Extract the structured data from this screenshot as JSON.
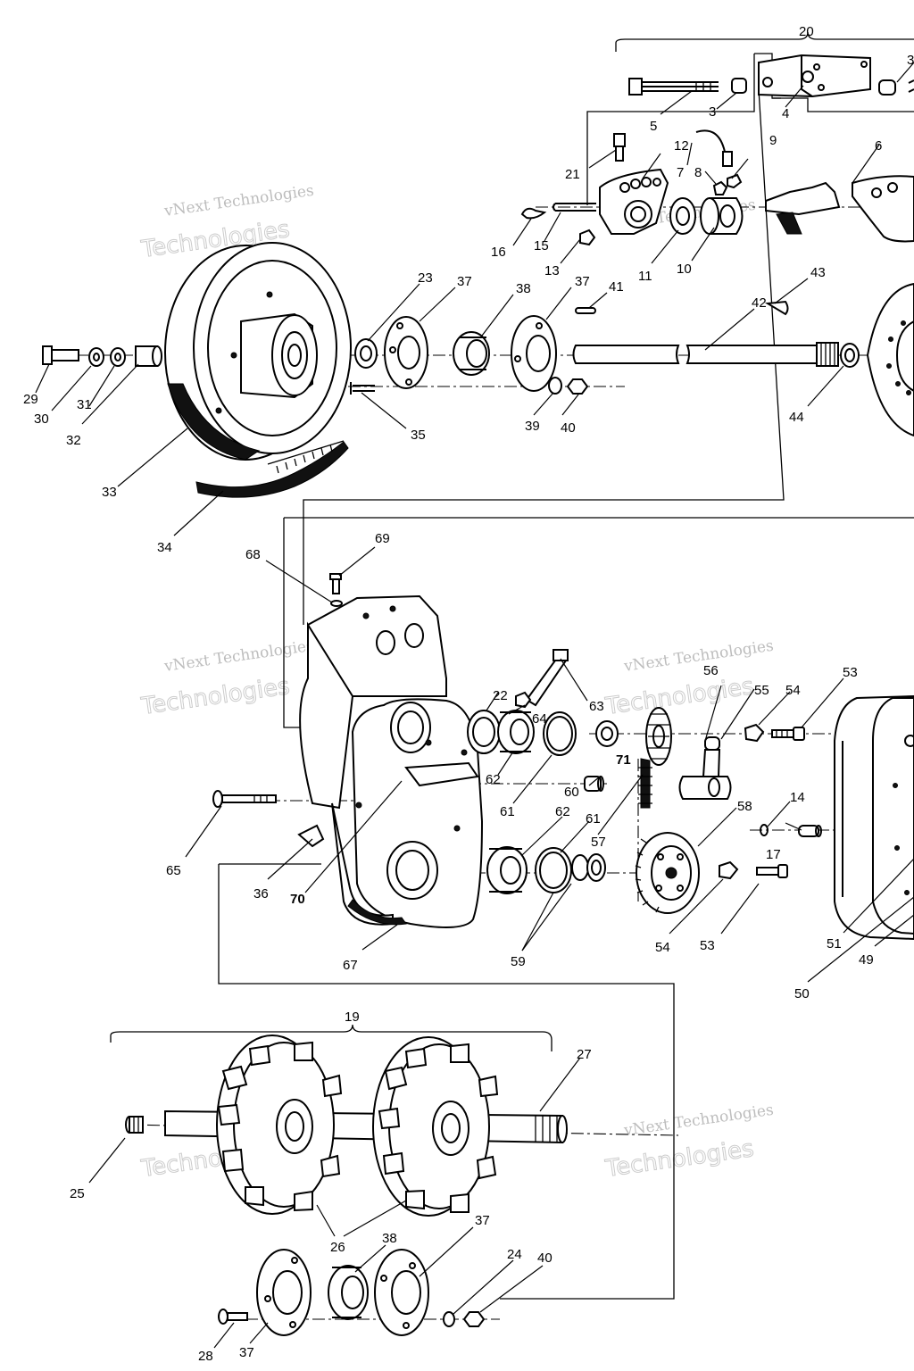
{
  "watermark": {
    "line1": "vNext Technologies",
    "line2": "vNext",
    "line3": "Technologies"
  },
  "callouts": {
    "c3": "3",
    "c4": "4",
    "c5": "5",
    "c6": "6",
    "c7": "7",
    "c8": "8",
    "c9": "9",
    "c10": "10",
    "c11": "11",
    "c12": "12",
    "c13": "13",
    "c14": "14",
    "c15": "15",
    "c16": "16",
    "c17": "17",
    "c19": "19",
    "c20": "20",
    "c21": "21",
    "c22": "22",
    "c23": "23",
    "c24": "24",
    "c25": "25",
    "c26": "26",
    "c27": "27",
    "c28": "28",
    "c29": "29",
    "c30": "30",
    "c31": "31",
    "c32": "32",
    "c33": "33",
    "c34": "34",
    "c35": "35",
    "c36": "36",
    "c37a": "37",
    "c37b": "37",
    "c37c": "37",
    "c37d": "37",
    "c38a": "38",
    "c38b": "38",
    "c39": "39",
    "c40a": "40",
    "c40b": "40",
    "c41": "41",
    "c42": "42",
    "c43": "43",
    "c44": "44",
    "c49": "49",
    "c50": "50",
    "c51": "51",
    "c53a": "53",
    "c53b": "53",
    "c54a": "54",
    "c54b": "54",
    "c55": "55",
    "c56": "56",
    "c57": "57",
    "c58": "58",
    "c59": "59",
    "c60": "60",
    "c61a": "61",
    "c61b": "61",
    "c62a": "62",
    "c62b": "62",
    "c63": "63",
    "c64": "64",
    "c65": "65",
    "c67": "67",
    "c68": "68",
    "c69": "69",
    "c70": "70",
    "c71": "71",
    "c3r": "3"
  }
}
